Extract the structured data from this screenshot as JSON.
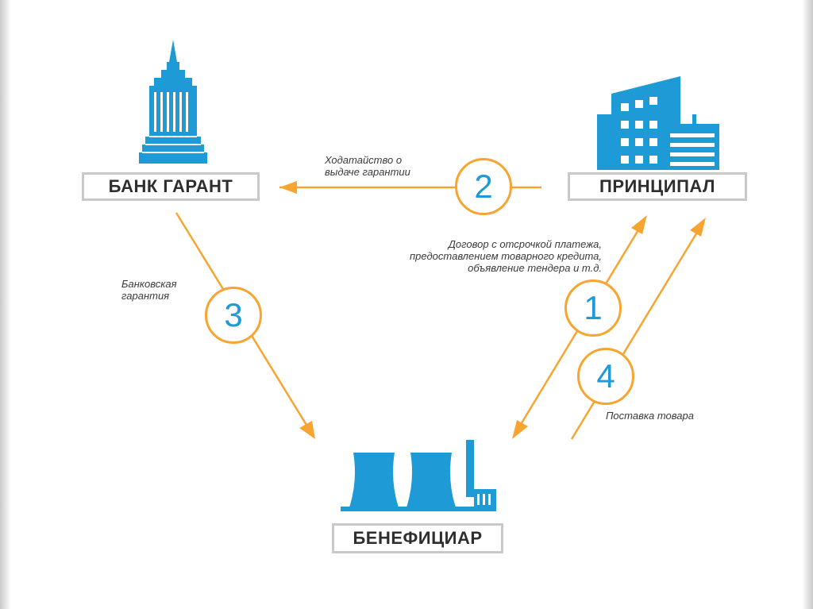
{
  "nodes": {
    "bank": "БАНК ГАРАНТ",
    "principal": "ПРИНЦИПАЛ",
    "beneficiary": "БЕНЕФИЦИАР"
  },
  "steps": [
    "1",
    "2",
    "3",
    "4"
  ],
  "notes": {
    "petition": [
      "Ходатайство о",
      "выдаче гарантии"
    ],
    "contract": [
      "Договор с отсрочкой платежа,",
      "предоставлением товарного кредита,",
      "объявление тендера и т.д."
    ],
    "guarantee": [
      "Банковская",
      "гарантия"
    ],
    "delivery": "Поставка товара"
  },
  "colors": {
    "accent": "#f7a530",
    "icon": "#1e9ad6",
    "border": "#c9c9c9"
  },
  "icons": {
    "bank": "skyscraper-icon",
    "principal": "office-building-icon",
    "beneficiary": "factory-cooling-towers-icon"
  }
}
